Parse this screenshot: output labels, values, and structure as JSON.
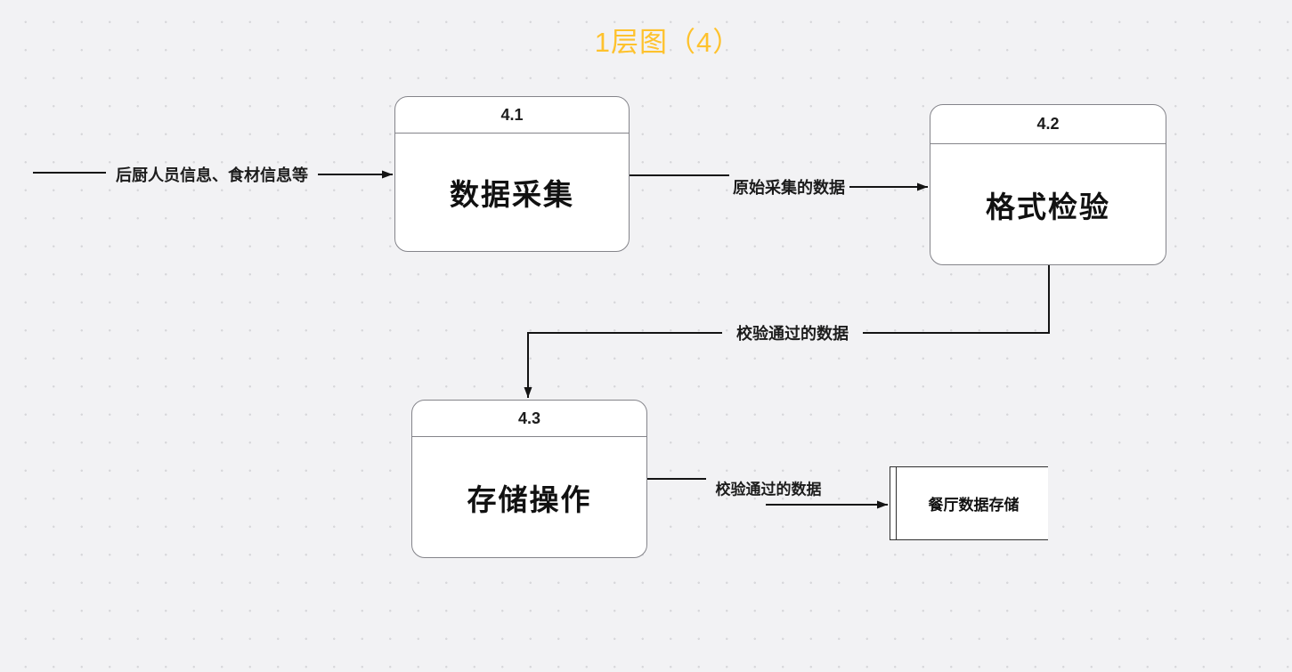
{
  "title": {
    "text": "1层图（4）",
    "color": "#fec22d"
  },
  "canvas": {
    "background": "#f2f2f4",
    "dot_color": "#d7d7da"
  },
  "processes": [
    {
      "id": "4.1",
      "label": "数据采集"
    },
    {
      "id": "4.2",
      "label": "格式检验"
    },
    {
      "id": "4.3",
      "label": "存储操作"
    }
  ],
  "data_stores": [
    {
      "label": "餐厅数据存储"
    }
  ],
  "flows": [
    {
      "label": "后厨人员信息、食材信息等",
      "from": "external",
      "to": "4.1"
    },
    {
      "label": "原始采集的数据",
      "from": "4.1",
      "to": "4.2"
    },
    {
      "label": "校验通过的数据",
      "from": "4.2",
      "to": "4.3"
    },
    {
      "label": "校验通过的数据",
      "from": "4.3",
      "to": "餐厅数据存储"
    }
  ]
}
